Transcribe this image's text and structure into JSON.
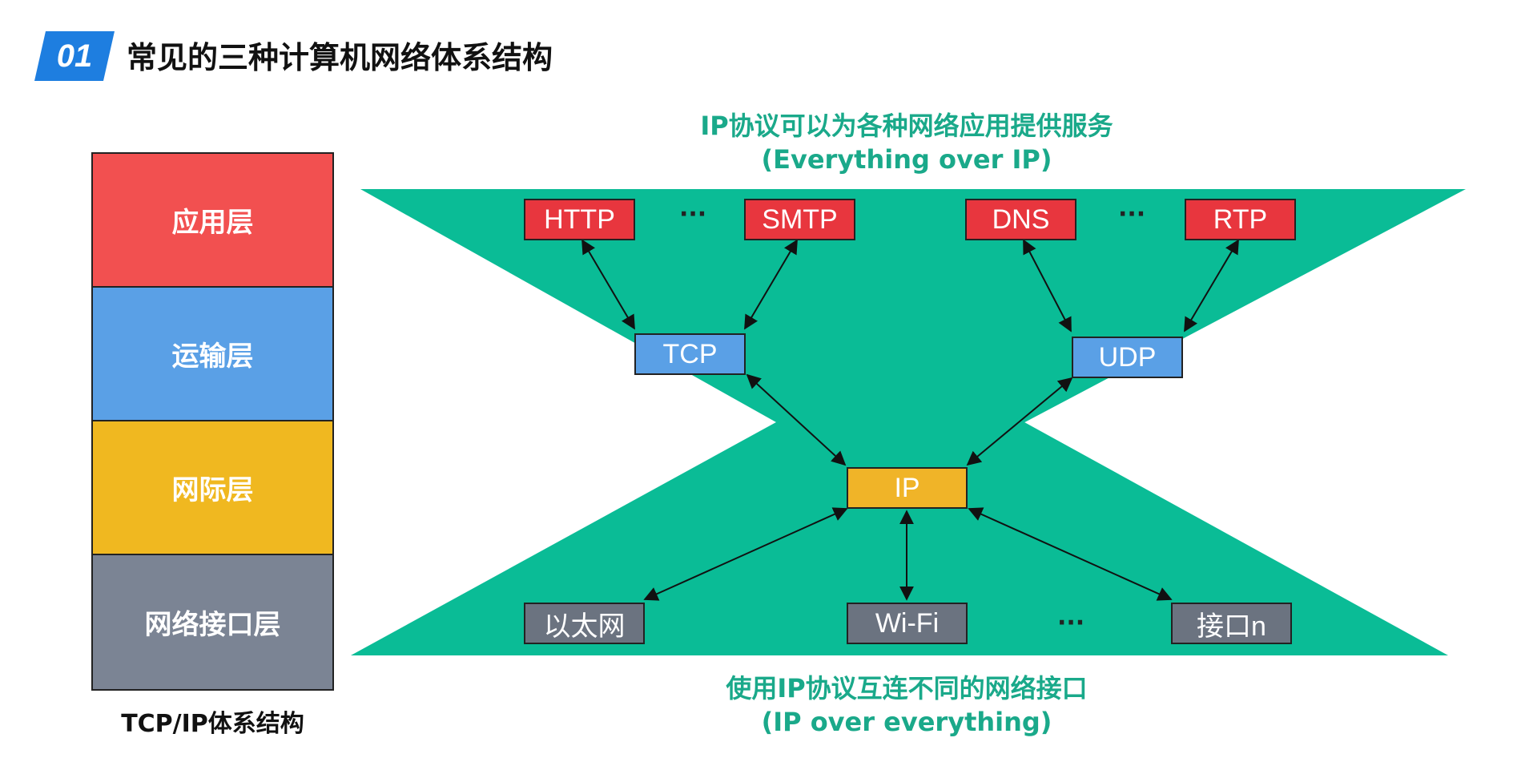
{
  "header": {
    "badge": "01",
    "title": "常见的三种计算机网络体系结构"
  },
  "stack": {
    "caption": "TCP/IP体系结构",
    "layers": [
      {
        "label": "应用层",
        "color": "#f25050"
      },
      {
        "label": "运输层",
        "color": "#5aa0e6"
      },
      {
        "label": "网际层",
        "color": "#f0b820"
      },
      {
        "label": "网络接口层",
        "color": "#7b8494"
      }
    ]
  },
  "diagram": {
    "top_caption": {
      "line1": "IP协议可以为各种网络应用提供服务",
      "line2": "(Everything over IP)"
    },
    "bottom_caption": {
      "line1": "使用IP协议互连不同的网络接口",
      "line2": "(IP over everything)"
    },
    "apps": [
      "HTTP",
      "SMTP",
      "DNS",
      "RTP"
    ],
    "transport": [
      "TCP",
      "UDP"
    ],
    "network": "IP",
    "links": [
      "以太网",
      "Wi-Fi",
      "接口n"
    ],
    "ellipsis": "···",
    "colors": {
      "green": "#0abc96",
      "app": "#e8363e",
      "transport": "#5aa0e6",
      "ip": "#f0b428",
      "link": "#6b7380"
    }
  }
}
